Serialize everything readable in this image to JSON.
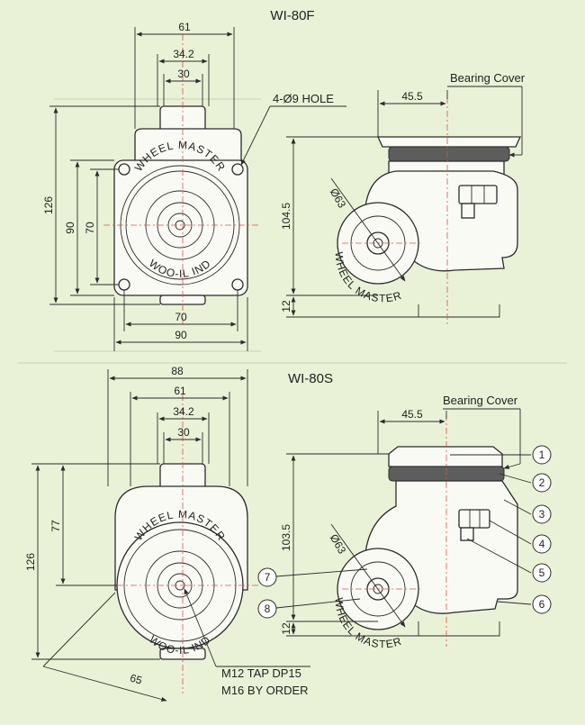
{
  "top": {
    "title": "WI-80F",
    "front_view": {
      "dim_61": "61",
      "dim_34_2": "34.2",
      "dim_30": "30",
      "dim_126": "126",
      "dim_90": "90",
      "dim_70": "70",
      "dim_bottom_70": "70",
      "dim_bottom_90": "90",
      "hole_note": "4-Ø9 HOLE",
      "wheel_text_upper": "WHEEL MASTER",
      "wheel_text_lower": "WOO-IL IND"
    },
    "side_view": {
      "bearing_cover": "Bearing Cover",
      "dim_45_5": "45.5",
      "dim_104_5": "104.5",
      "dim_12": "12",
      "dim_63": "Ø63",
      "wheel_text": "WHEEL MASTER"
    }
  },
  "bottom": {
    "title": "WI-80S",
    "front_view": {
      "dim_88": "88",
      "dim_61": "61",
      "dim_34_2": "34.2",
      "dim_30": "30",
      "dim_126": "126",
      "dim_77": "77",
      "dim_65": "65",
      "tap_note_1": "M12 TAP DP15",
      "tap_note_2": "M16 BY ORDER",
      "wheel_text_upper": "WHEEL MASTER",
      "wheel_text_lower": "WOO-IL IND"
    },
    "side_view": {
      "bearing_cover": "Bearing Cover",
      "dim_45_5": "45.5",
      "dim_103_5": "103.5",
      "dim_12": "12",
      "dim_63": "Ø63",
      "wheel_text": "WHEEL MASTER"
    },
    "callouts": [
      "1",
      "2",
      "3",
      "4",
      "5",
      "6",
      "7",
      "8"
    ]
  },
  "colors": {
    "background": "#e9f2d6",
    "line": "#2b2b2b",
    "centerline": "#d9534f",
    "part_fill": "#fafaf5"
  }
}
